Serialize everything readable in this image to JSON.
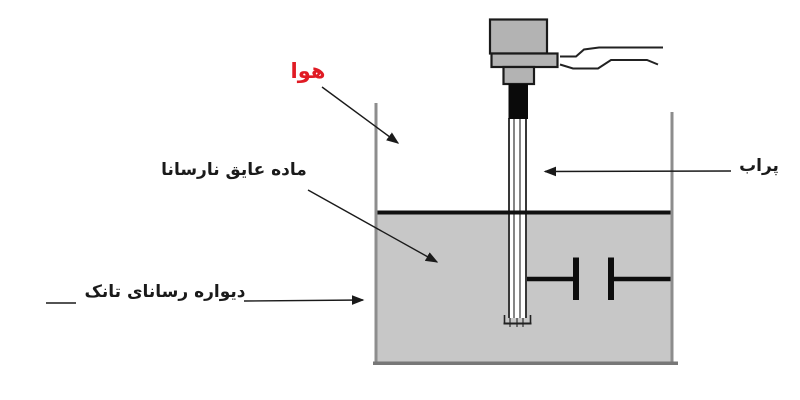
{
  "figure": {
    "kind": "capacitive-level-sensor-tank-diagram",
    "labels": {
      "air": {
        "text": "هوا",
        "color": "#e01b24"
      },
      "insulator": {
        "text": "ماده عایق نارسانا",
        "color": "#1a1a1a"
      },
      "tank_wall": {
        "text": "دیواره رسانای تانک",
        "color": "#1a1a1a"
      },
      "probe": {
        "text": "پراب",
        "color": "#1a1a1a"
      }
    },
    "colors": {
      "background": "#ffffff",
      "liquid": "#c7c7c7",
      "device_gray": "#b3b3b3",
      "wall_gray": "#8d8d8d",
      "bottom_gray": "#777777",
      "line_black": "#1a1a1a",
      "label_red": "#e01b24"
    }
  }
}
